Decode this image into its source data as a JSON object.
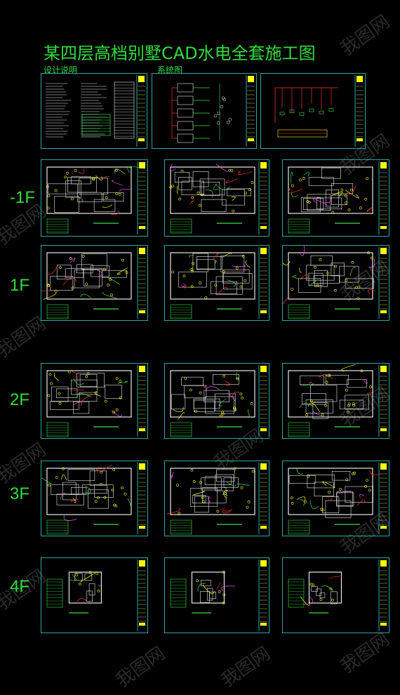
{
  "title": "某四层高档别墅CAD水电全套施工图",
  "section_labels": {
    "design_notes": "设计说明",
    "system_diagram": "系统图"
  },
  "floors": [
    "-1F",
    "1F",
    "2F",
    "3F",
    "4F"
  ],
  "watermark": "我图网",
  "colors": {
    "background": "#000000",
    "title_green": "#2fdc3c",
    "frame_cyan": "#2aa9a6",
    "titleblock_yellow": "#ffff00",
    "wire_red": "#ff3030",
    "wall_white": "#e8e8e8",
    "line_green": "#39e04a",
    "line_magenta": "#ff4cff"
  }
}
